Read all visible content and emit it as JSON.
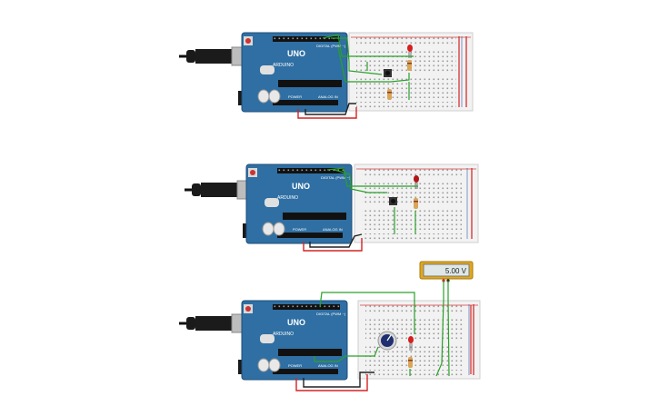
{
  "colors": {
    "board": "#2f6fa3",
    "board_dark": "#1f4e7a",
    "breadboard": "#f2f2f2",
    "rail_red": "#d63b3b",
    "wire_green": "#2aa02a",
    "wire_red": "#d42323",
    "wire_black": "#222222",
    "multimeter": "#e0a81e"
  },
  "boards": [
    {
      "name": "UNO",
      "brand": "ARDUINO",
      "digital": "DIGITAL (PWM ~)",
      "power": "POWER",
      "analog": "ANALOG IN"
    },
    {
      "name": "UNO",
      "brand": "ARDUINO",
      "digital": "DIGITAL (PWM ~)",
      "power": "POWER",
      "analog": "ANALOG IN"
    },
    {
      "name": "UNO",
      "brand": "ARDUINO",
      "digital": "DIGITAL (PWM ~)",
      "power": "POWER",
      "analog": "ANALOG IN"
    }
  ],
  "multimeter": {
    "reading": "5.00 V"
  },
  "icons": [
    "usb-cable-icon",
    "led-icon",
    "resistor-icon",
    "pushbutton-icon",
    "potentiometer-icon",
    "multimeter-icon"
  ]
}
